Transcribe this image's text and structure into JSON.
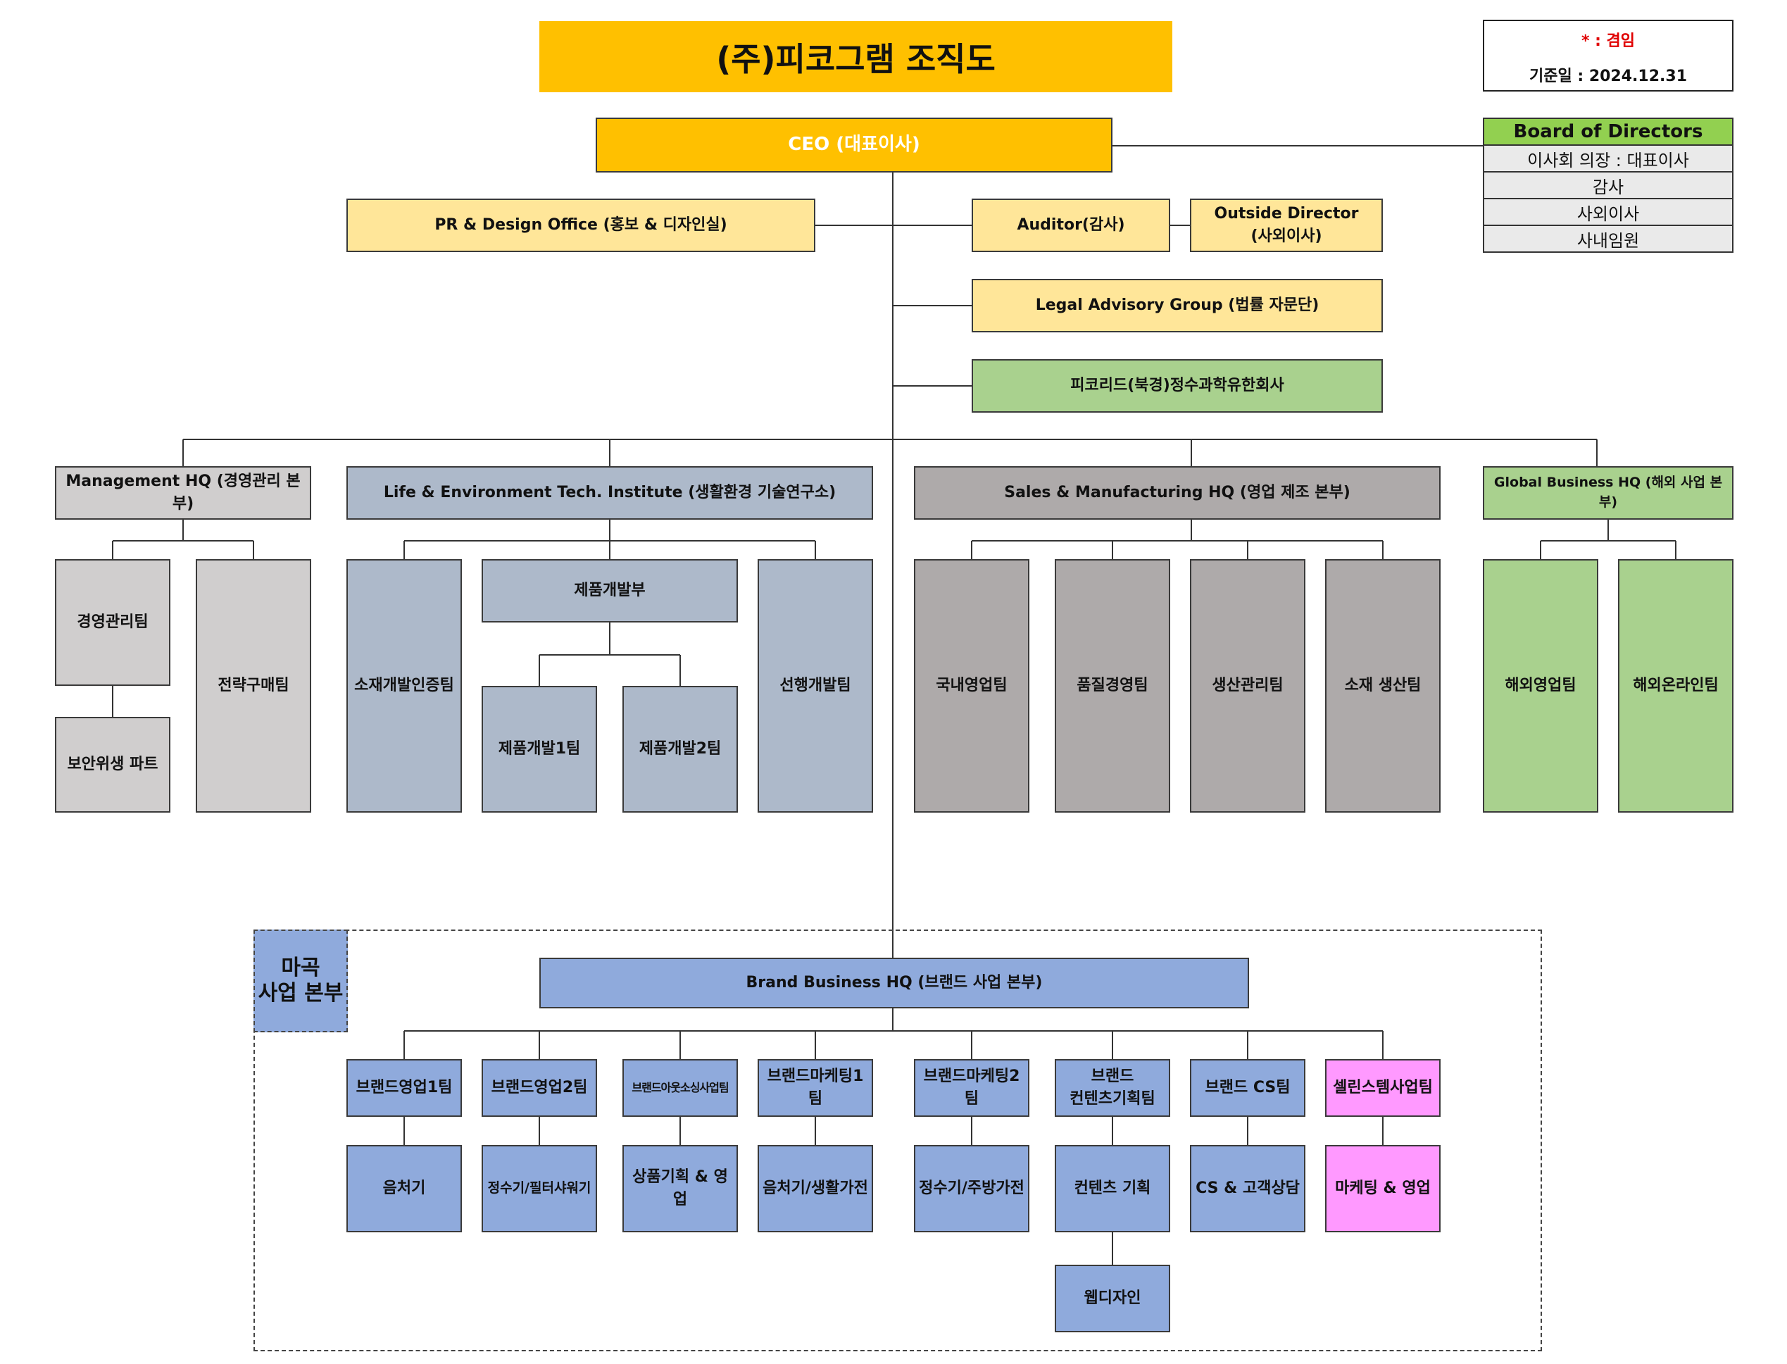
{
  "title": "(주)피코그램 조직도",
  "legend": {
    "concurrent_note": "* : 겸임",
    "base_date": "기준일 : 2024.12.31"
  },
  "board": {
    "title": "Board of Directors",
    "items": [
      "이사회 의장 : 대표이사",
      "감사",
      "사외이사",
      "사내임원"
    ]
  },
  "ceo": "CEO (대표이사)",
  "pr_office": "PR & Design Office (홍보 & 디자인실)",
  "auditor": "Auditor(감사)",
  "outside_director": "Outside Director\n(사외이사)",
  "legal": "Legal Advisory Group (법률 자문단)",
  "subsidiary": "피코리드(북경)정수과학유한회사",
  "management_hq": {
    "name": "Management HQ (경영관리 본부)",
    "teams": [
      "경영관리팀",
      "보안위생 파트",
      "전략구매팀"
    ]
  },
  "institute": {
    "name": "Life & Environment Tech. Institute (생활환경 기술연구소)",
    "teams": [
      "소재개발인증팀",
      "제품개발부",
      "제품개발1팀",
      "제품개발2팀",
      "선행개발팀"
    ]
  },
  "sales_hq": {
    "name": "Sales & Manufacturing HQ (영업 제조 본부)",
    "teams": [
      "국내영업팀",
      "품질경영팀",
      "생산관리팀",
      "소재 생산팀"
    ]
  },
  "global_hq": {
    "name": "Global Business HQ (해외 사업 본부)",
    "teams": [
      "해외영업팀",
      "해외온라인팀"
    ]
  },
  "magok": "마곡\n사업 본부",
  "brand_hq": {
    "name": "Brand Business HQ (브랜드 사업 본부)",
    "teams": [
      "브랜드영업1팀",
      "브랜드영업2팀",
      "브랜드아웃소싱사업팀",
      "브랜드마케팅1팀",
      "브랜드마케팅2팀",
      "브랜드\n컨텐츠기획팀",
      "브랜드 CS팀",
      "셀린스템사업팀"
    ],
    "parts": [
      "음처기",
      "정수기/필터샤워기",
      "상품기획 & 영업",
      "음처기/생활가전",
      "정수기/주방가전",
      "컨텐츠 기획",
      "CS & 고객상담",
      "마케팅 & 영업",
      "웹디자인"
    ]
  }
}
